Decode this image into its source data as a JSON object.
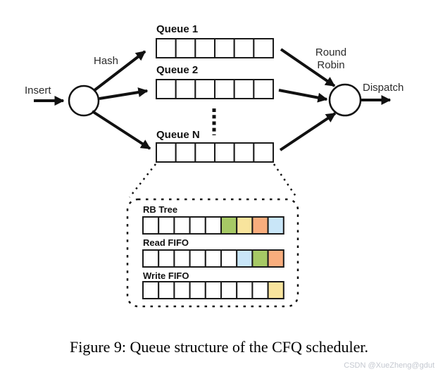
{
  "diagram": {
    "insert_label": "Insert",
    "hash_label": "Hash",
    "round_robin_line1": "Round",
    "round_robin_line2": "Robin",
    "dispatch_label": "Dispatch",
    "queues": [
      {
        "label": "Queue 1",
        "cell_count": 6
      },
      {
        "label": "Queue 2",
        "cell_count": 6
      },
      {
        "label": "Queue N",
        "cell_count": 6
      }
    ],
    "detail_rows": [
      {
        "label": "RB Tree",
        "cells": [
          "white",
          "white",
          "white",
          "white",
          "white",
          "green",
          "yellow",
          "orange",
          "blue"
        ]
      },
      {
        "label": "Read FIFO",
        "cells": [
          "white",
          "white",
          "white",
          "white",
          "white",
          "white",
          "blue",
          "green",
          "orange"
        ]
      },
      {
        "label": "Write FIFO",
        "cells": [
          "white",
          "white",
          "white",
          "white",
          "white",
          "white",
          "white",
          "white",
          "yellow"
        ]
      }
    ],
    "colors": {
      "white": "#ffffff",
      "green": "#a6c965",
      "yellow": "#f8e49d",
      "orange": "#f8ad7d",
      "blue": "#c9e6f8",
      "stroke": "#1a1a1a"
    }
  },
  "caption": "Figure 9: Queue structure of the CFQ scheduler.",
  "watermark": "CSDN @XueZheng@gdut"
}
